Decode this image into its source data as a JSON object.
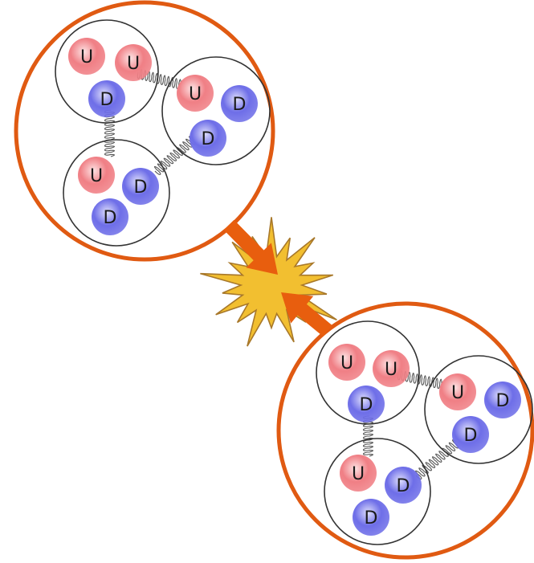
{
  "colors": {
    "background": "#ffffff",
    "nucleus_outline": "#e05a12",
    "nucleon_outline": "#333333",
    "up_quark": "#f07f85",
    "up_quark_light": "#fde3e4",
    "down_quark": "#6e6ee8",
    "down_quark_light": "#dfdffc",
    "collision_fill": "#f2bf30",
    "collision_outline": "#a8782a",
    "arrow": "#e85e0e",
    "spring": "#555555"
  },
  "icons": {
    "collision": "explosion-star-icon",
    "arrow": "impact-arrow-icon",
    "gluon": "spring-icon"
  },
  "nuclei": [
    {
      "name": "upper-left-nucleus",
      "nucleons": [
        {
          "quarks": [
            "U",
            "U",
            "D"
          ]
        },
        {
          "quarks": [
            "U",
            "D",
            "D"
          ]
        },
        {
          "quarks": [
            "U",
            "D",
            "D"
          ]
        }
      ]
    },
    {
      "name": "lower-right-nucleus",
      "nucleons": [
        {
          "quarks": [
            "U",
            "U",
            "D"
          ]
        },
        {
          "quarks": [
            "U",
            "D",
            "D"
          ]
        },
        {
          "quarks": [
            "U",
            "D",
            "D"
          ]
        }
      ]
    }
  ]
}
